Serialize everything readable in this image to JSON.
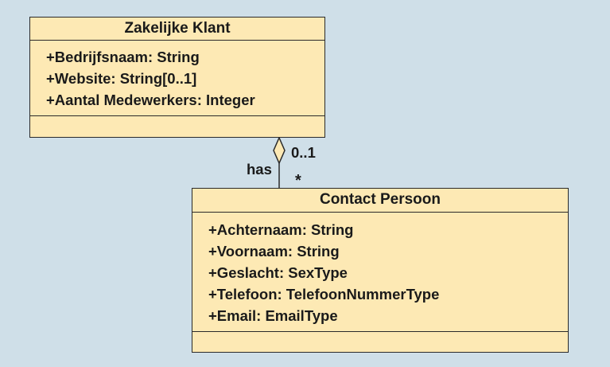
{
  "classes": [
    {
      "name": "Zakelijke Klant",
      "attributes": [
        "+Bedrijfsnaam: String",
        "+Website: String[0..1]",
        "+Aantal Medewerkers: Integer"
      ]
    },
    {
      "name": "Contact Persoon",
      "attributes": [
        "+Achternaam: String",
        "+Voornaam: String",
        "+Geslacht: SexType",
        "+Telefoon: TelefoonNummerType",
        "+Email: EmailType"
      ]
    }
  ],
  "association": {
    "name": "has",
    "multiplicity_top": "0..1",
    "multiplicity_bottom": "*",
    "type": "aggregation"
  },
  "colors": {
    "background": "#cfdfe8",
    "class_fill": "#fde9b4",
    "stroke": "#2a2a2a"
  }
}
